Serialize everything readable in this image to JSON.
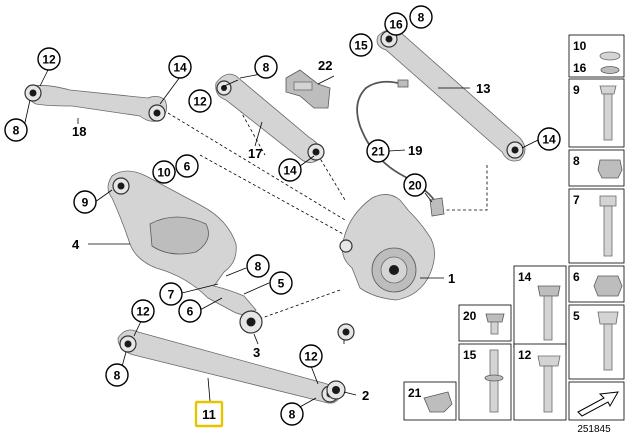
{
  "diagram": {
    "callouts": [
      {
        "id": "c12a",
        "label": "12"
      },
      {
        "id": "c14a",
        "label": "14"
      },
      {
        "id": "c8a",
        "label": "8"
      },
      {
        "id": "t18",
        "label": "18"
      },
      {
        "id": "c8b",
        "label": "8"
      },
      {
        "id": "c12b",
        "label": "12"
      },
      {
        "id": "t17",
        "label": "17"
      },
      {
        "id": "c14b",
        "label": "14"
      },
      {
        "id": "t22",
        "label": "22"
      },
      {
        "id": "c16",
        "label": "16"
      },
      {
        "id": "c8c",
        "label": "8"
      },
      {
        "id": "c15",
        "label": "15"
      },
      {
        "id": "t13",
        "label": "13"
      },
      {
        "id": "c14c",
        "label": "14"
      },
      {
        "id": "c21",
        "label": "21"
      },
      {
        "id": "t19",
        "label": "19"
      },
      {
        "id": "c20",
        "label": "20"
      },
      {
        "id": "c10",
        "label": "10"
      },
      {
        "id": "c6a",
        "label": "6"
      },
      {
        "id": "c9",
        "label": "9"
      },
      {
        "id": "t4",
        "label": "4"
      },
      {
        "id": "c8d",
        "label": "8"
      },
      {
        "id": "c5",
        "label": "5"
      },
      {
        "id": "c7",
        "label": "7"
      },
      {
        "id": "c6b",
        "label": "6"
      },
      {
        "id": "t1",
        "label": "1"
      },
      {
        "id": "c12c",
        "label": "12"
      },
      {
        "id": "t3",
        "label": "3"
      },
      {
        "id": "c8e",
        "label": "8"
      },
      {
        "id": "c12d",
        "label": "12"
      },
      {
        "id": "t2",
        "label": "2"
      },
      {
        "id": "c8f",
        "label": "8"
      },
      {
        "id": "t11",
        "label": "11"
      }
    ],
    "catalog": [
      {
        "id": "k10",
        "label": "10"
      },
      {
        "id": "k16",
        "label": "16"
      },
      {
        "id": "k9",
        "label": "9"
      },
      {
        "id": "k8",
        "label": "8"
      },
      {
        "id": "k7",
        "label": "7"
      },
      {
        "id": "k14",
        "label": "14"
      },
      {
        "id": "k6",
        "label": "6"
      },
      {
        "id": "k20",
        "label": "20"
      },
      {
        "id": "k5",
        "label": "5"
      },
      {
        "id": "k15",
        "label": "15"
      },
      {
        "id": "k12",
        "label": "12"
      },
      {
        "id": "k21",
        "label": "21"
      }
    ],
    "footer_number": "251845",
    "highlight_color": "#e7c300"
  }
}
